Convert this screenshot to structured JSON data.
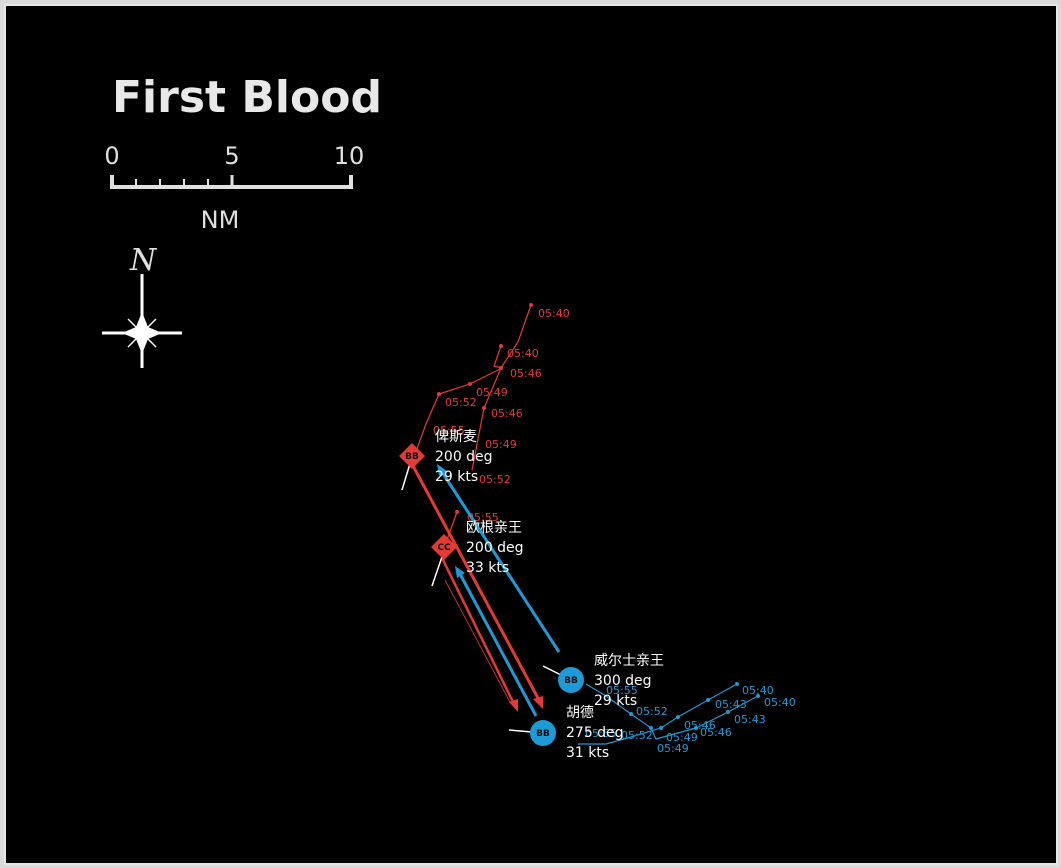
{
  "map": {
    "title": "First Blood",
    "scale": {
      "ticks": [
        "0",
        "5",
        "10"
      ],
      "unit": "NM"
    },
    "north_label": "N"
  },
  "colors": {
    "red": "#e53935",
    "blue": "#1e9ad6",
    "background": "#000000"
  },
  "tracks": {
    "red_bb_times": [
      "05:40",
      "05:46",
      "05:49",
      "05:52",
      "05:55"
    ],
    "red_cc_times": [
      "05:40",
      "05:46",
      "05:49",
      "05:52",
      "05:55"
    ],
    "blue_bb1_times": [
      "05:40",
      "05:43",
      "05:46",
      "05:49",
      "05:52",
      "05:55"
    ],
    "blue_bb2_times": [
      "05:40",
      "05:43",
      "05:46",
      "05:49",
      "05:52",
      "05:55"
    ]
  },
  "ships": [
    {
      "marker": "BB",
      "name": "俾斯麦",
      "heading": "200 deg",
      "speed": "29 kts",
      "side": "red"
    },
    {
      "marker": "CC",
      "name": "欧根亲王",
      "heading": "200 deg",
      "speed": "33 kts",
      "side": "red"
    },
    {
      "marker": "BB",
      "name": "威尔士亲王",
      "heading": "300 deg",
      "speed": "29 kts",
      "side": "blue"
    },
    {
      "marker": "BB",
      "name": "胡德",
      "heading": "275 deg",
      "speed": "31 kts",
      "side": "blue"
    }
  ]
}
